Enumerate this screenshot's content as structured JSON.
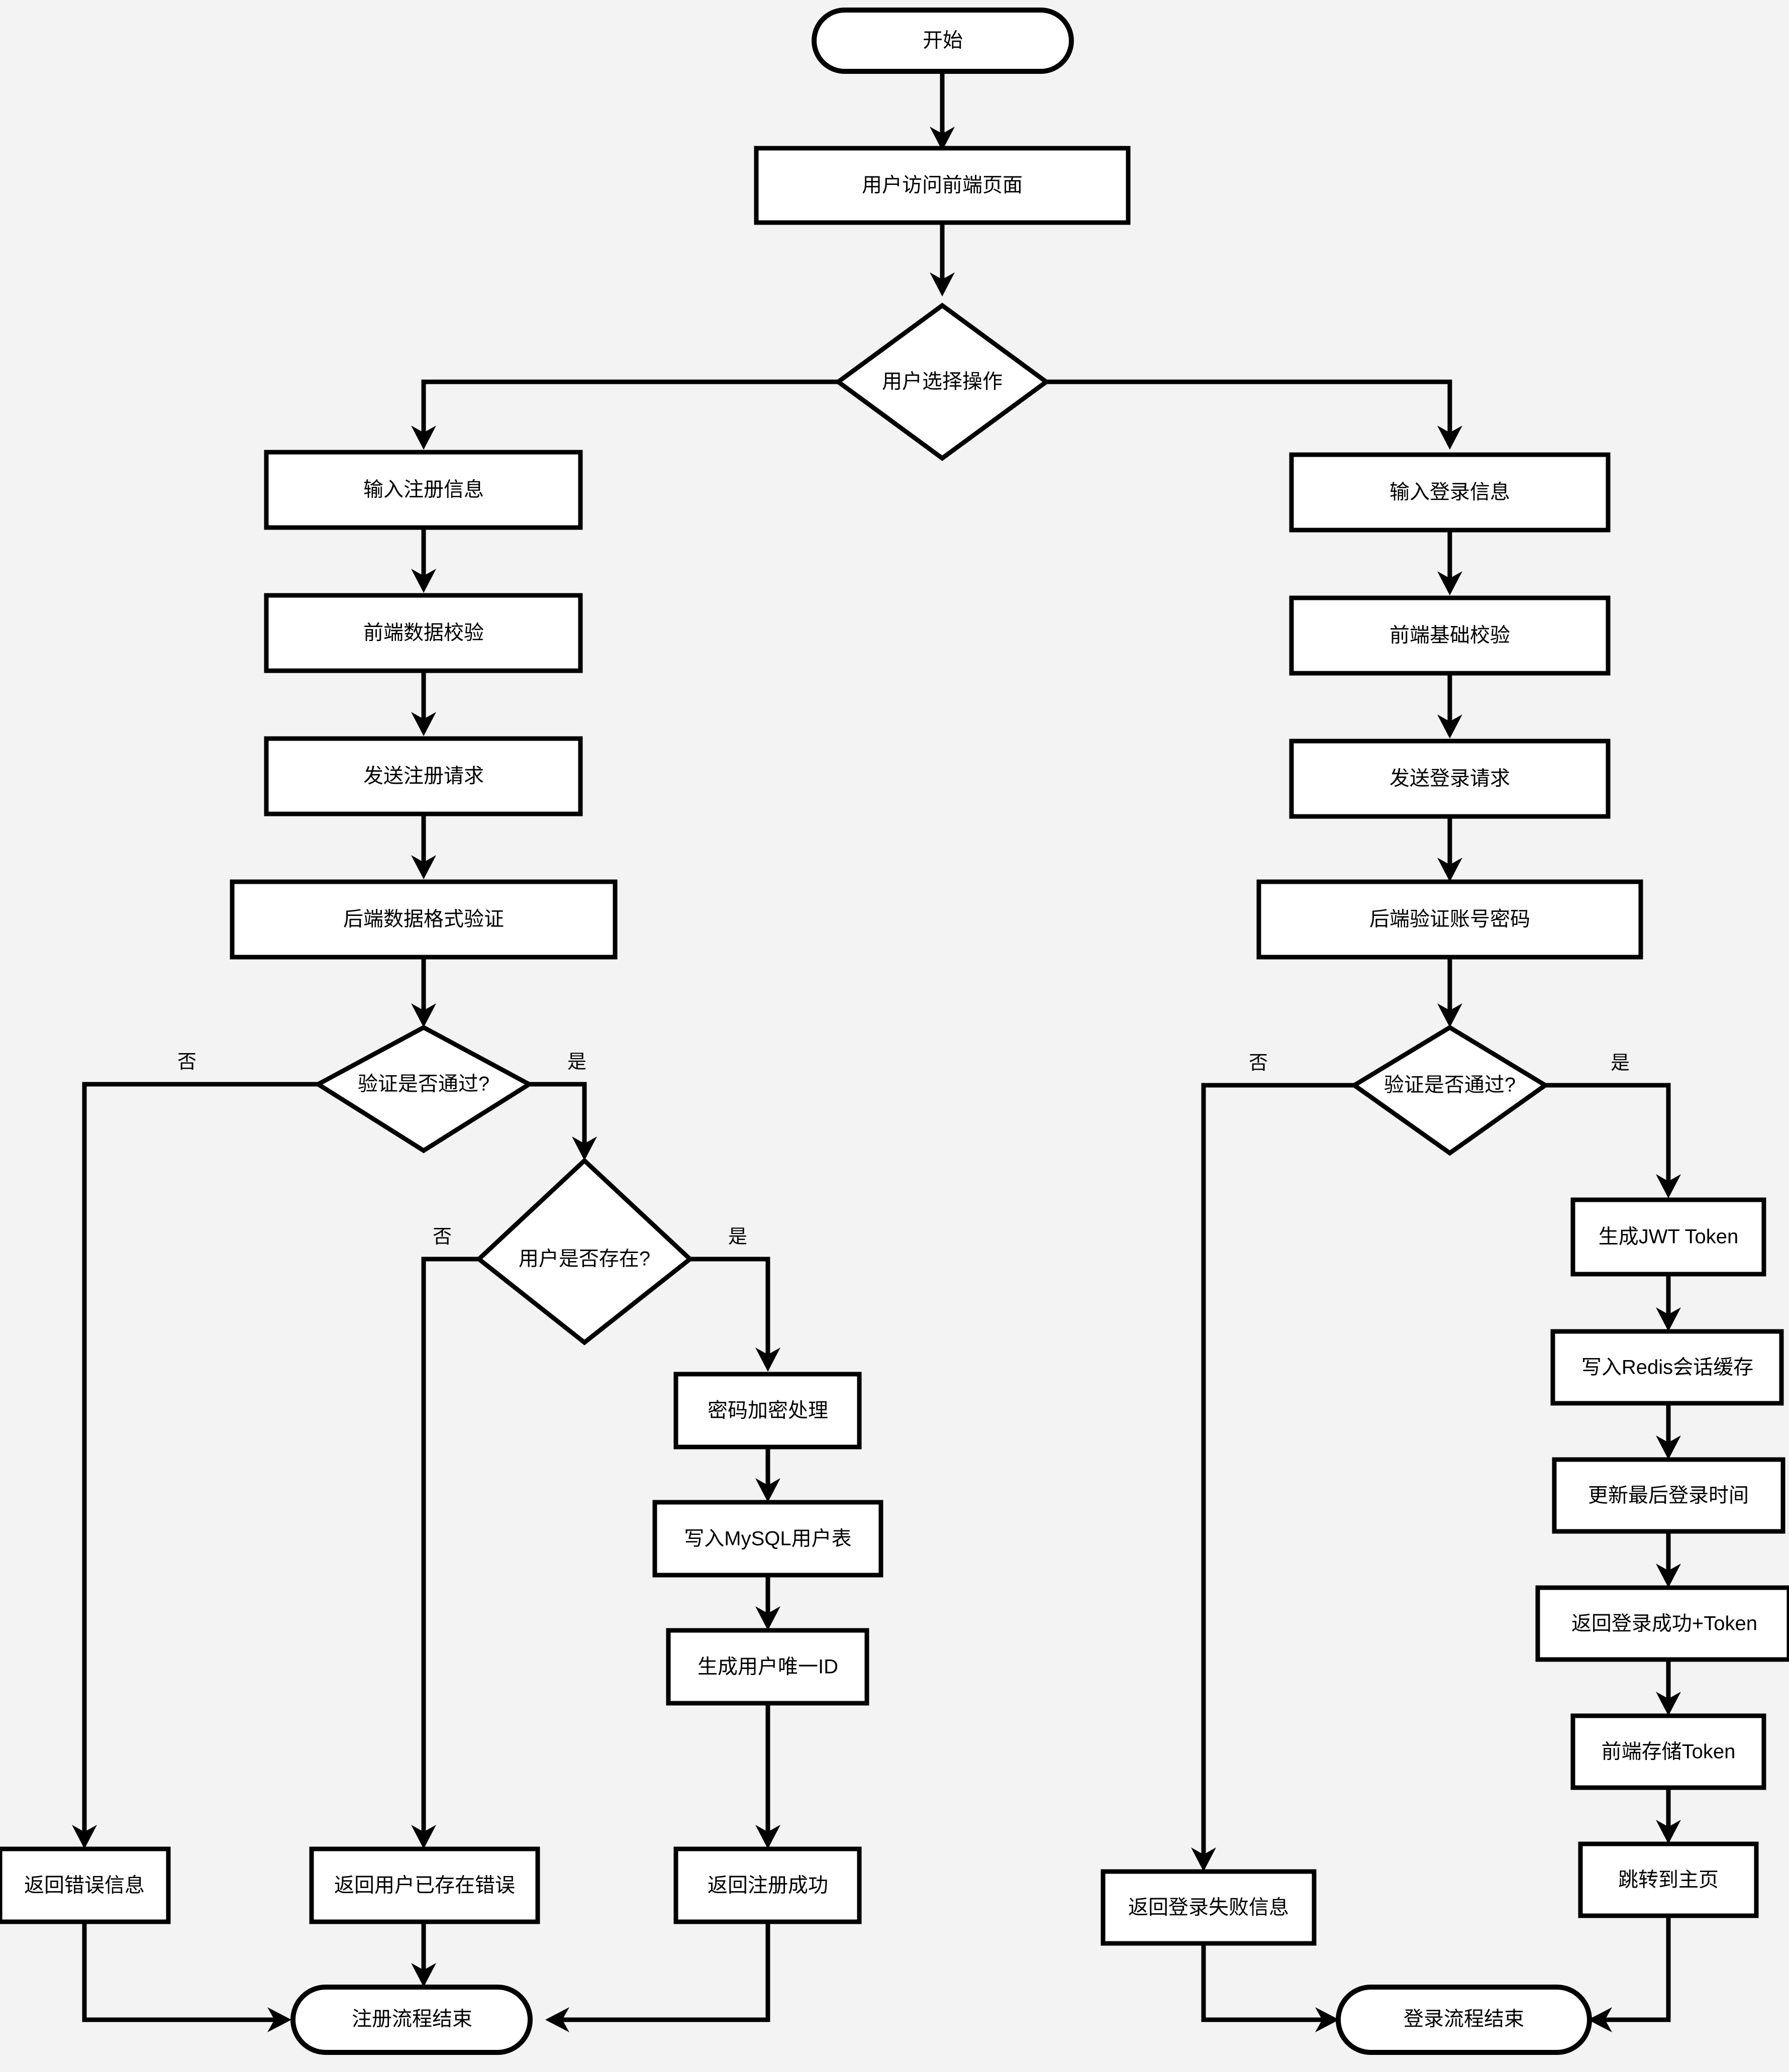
{
  "diagram": {
    "type": "flowchart",
    "orientation": "top-down",
    "background_color": "#f3f3f3",
    "node_fill": "#ffffff",
    "stroke_color": "#000000"
  },
  "nodes": {
    "start": {
      "label": "开始",
      "shape": "terminal"
    },
    "visit_page": {
      "label": "用户访问前端页面",
      "shape": "process"
    },
    "choose_action": {
      "label": "用户选择操作",
      "shape": "decision"
    },
    "reg_input": {
      "label": "输入注册信息",
      "shape": "process"
    },
    "reg_front_validate": {
      "label": "前端数据校验",
      "shape": "process"
    },
    "reg_send": {
      "label": "发送注册请求",
      "shape": "process"
    },
    "reg_back_validate": {
      "label": "后端数据格式验证",
      "shape": "process"
    },
    "reg_validate_q": {
      "label": "验证是否通过?",
      "shape": "decision"
    },
    "reg_user_exists_q": {
      "label": "用户是否存在?",
      "shape": "decision"
    },
    "reg_encrypt": {
      "label": "密码加密处理",
      "shape": "process"
    },
    "reg_write_mysql": {
      "label": "写入MySQL用户表",
      "shape": "process"
    },
    "reg_gen_uid": {
      "label": "生成用户唯一ID",
      "shape": "process"
    },
    "reg_return_error": {
      "label": "返回错误信息",
      "shape": "process"
    },
    "reg_return_exists": {
      "label": "返回用户已存在错误",
      "shape": "process"
    },
    "reg_return_success": {
      "label": "返回注册成功",
      "shape": "process"
    },
    "reg_end": {
      "label": "注册流程结束",
      "shape": "terminal"
    },
    "login_input": {
      "label": "输入登录信息",
      "shape": "process"
    },
    "login_front_validate": {
      "label": "前端基础校验",
      "shape": "process"
    },
    "login_send": {
      "label": "发送登录请求",
      "shape": "process"
    },
    "login_back_validate": {
      "label": "后端验证账号密码",
      "shape": "process"
    },
    "login_validate_q": {
      "label": "验证是否通过?",
      "shape": "decision"
    },
    "login_gen_jwt": {
      "label": "生成JWT Token",
      "shape": "process"
    },
    "login_write_redis": {
      "label": "写入Redis会话缓存",
      "shape": "process"
    },
    "login_update_time": {
      "label": "更新最后登录时间",
      "shape": "process"
    },
    "login_return_success": {
      "label": "返回登录成功+Token",
      "shape": "process"
    },
    "login_store_token": {
      "label": "前端存储Token",
      "shape": "process"
    },
    "login_goto_home": {
      "label": "跳转到主页",
      "shape": "process"
    },
    "login_return_fail": {
      "label": "返回登录失败信息",
      "shape": "process"
    },
    "login_end": {
      "label": "登录流程结束",
      "shape": "terminal"
    }
  },
  "edge_labels": {
    "reg_validate_no": "否",
    "reg_validate_yes": "是",
    "reg_exists_no": "否",
    "reg_exists_yes": "是",
    "login_validate_no": "否",
    "login_validate_yes": "是"
  }
}
